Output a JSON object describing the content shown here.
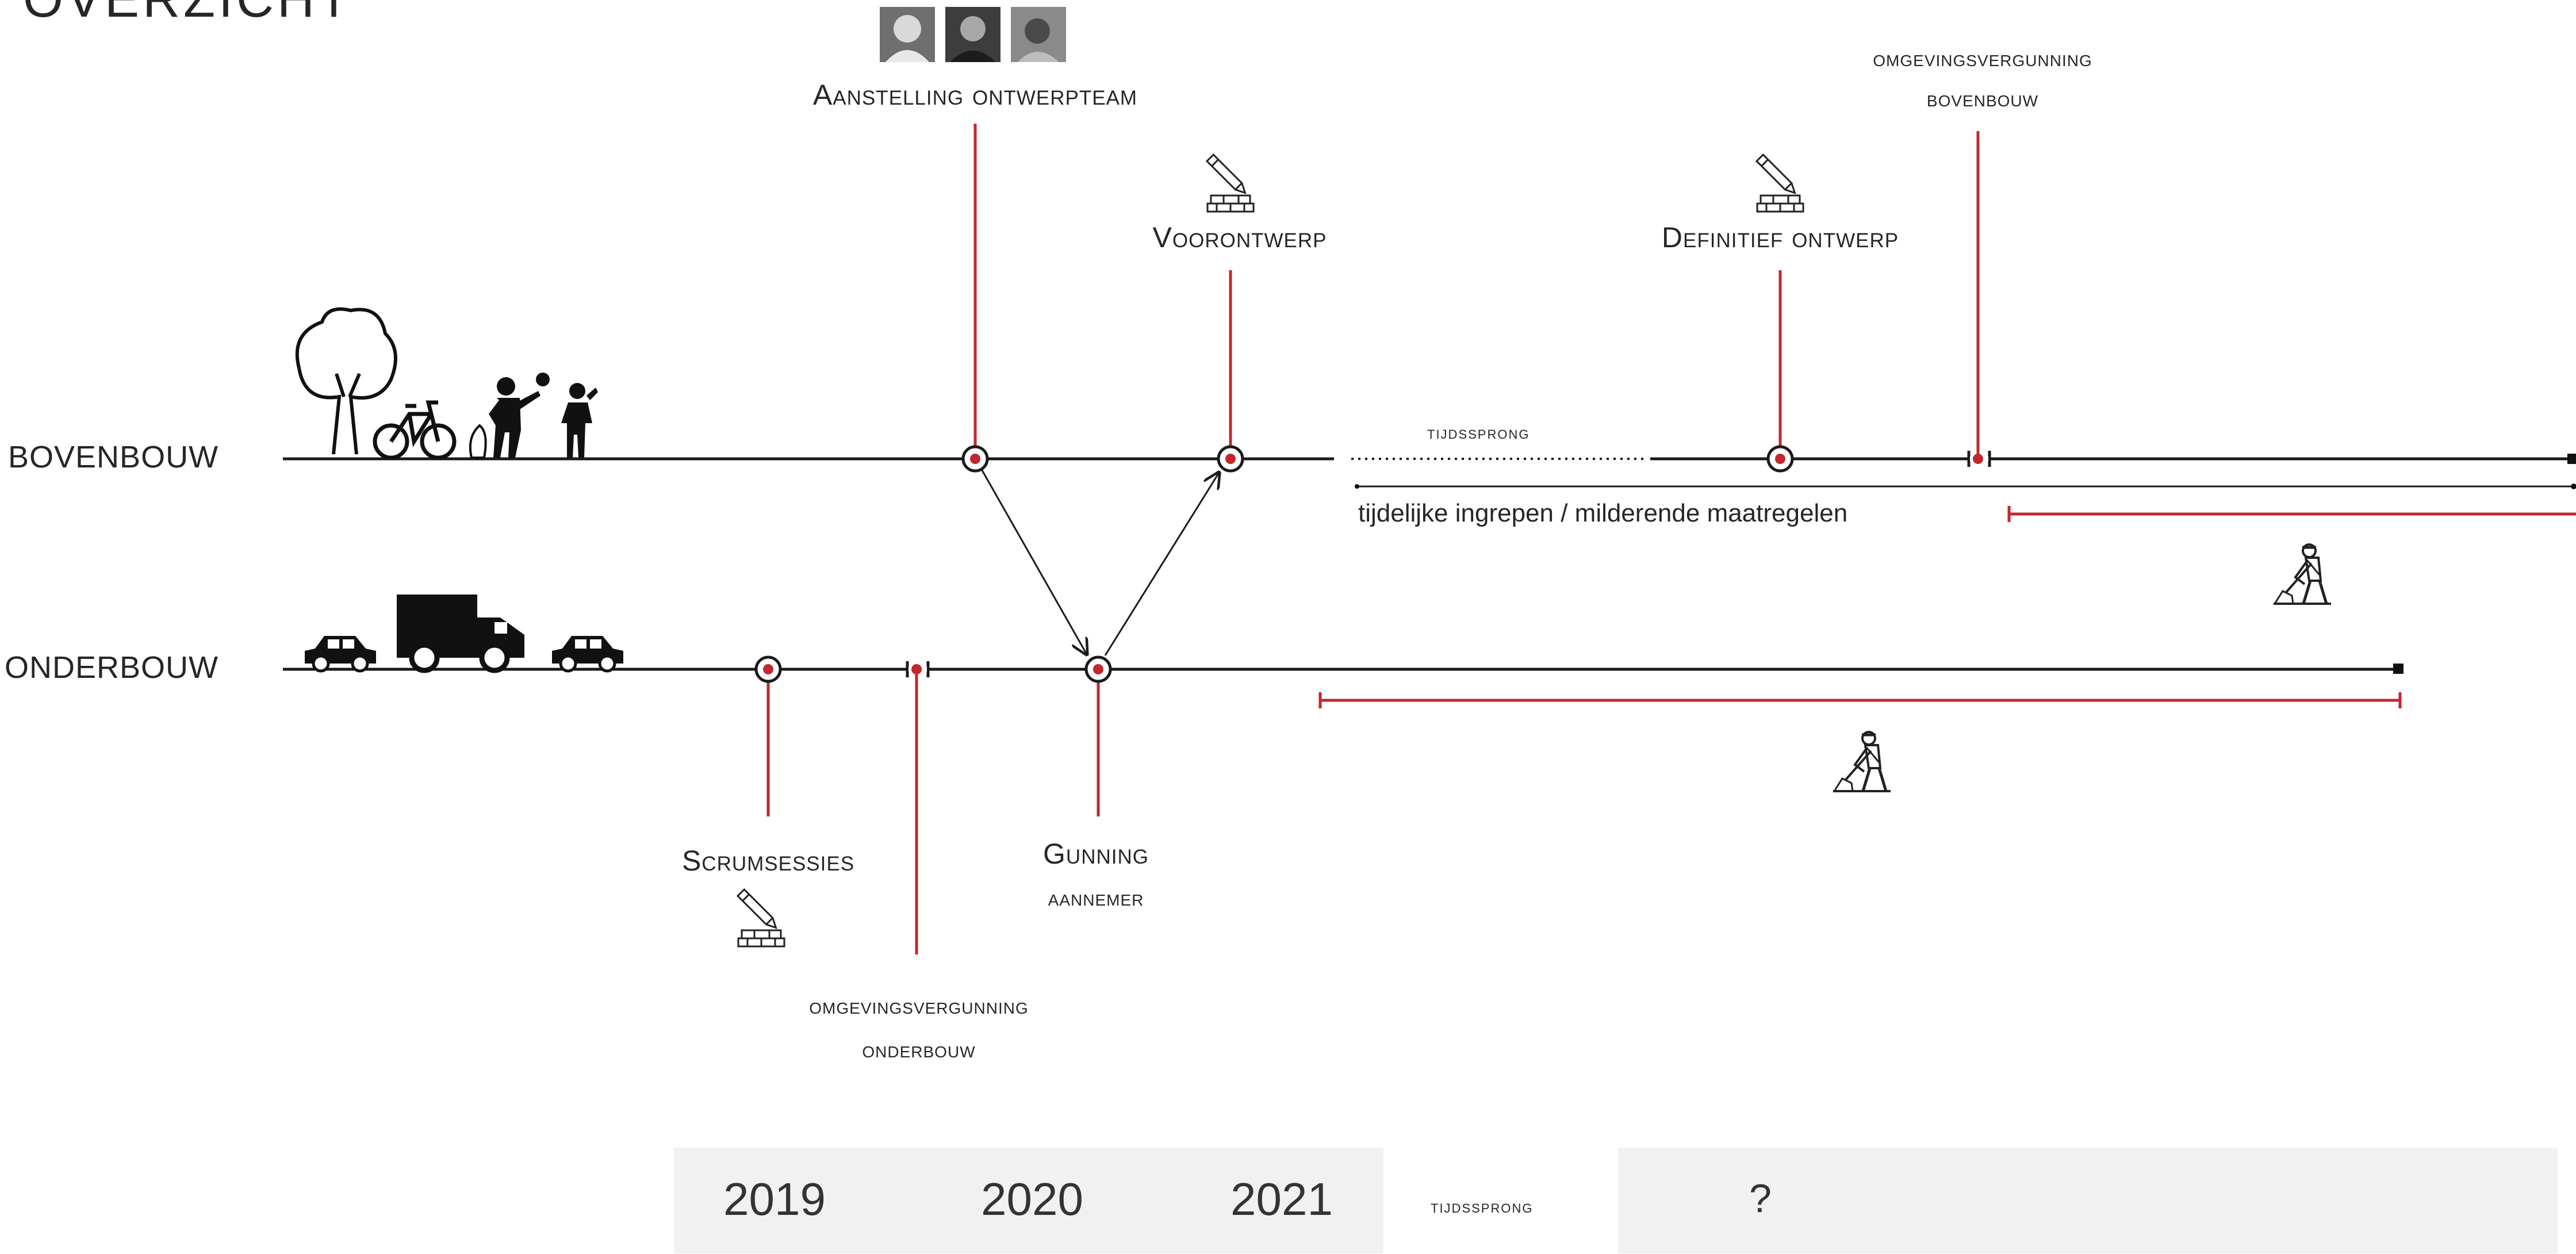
{
  "title": "OVERZICHT",
  "rows": {
    "top": "BOVENBOUW",
    "bottom": "ONDERBOUW"
  },
  "milestones": {
    "aanstelling": "Aanstelling ontwerpteam",
    "voorontwerp": "Voorontwerp",
    "definitief": "Definitief ontwerp",
    "omgev_boven_line1": "omgevingsvergunning",
    "omgev_boven_line2": "bovenbouw",
    "scrum": "Scrumsessies",
    "gunning_line1": "Gunning",
    "gunning_line2": "aannemer",
    "omgev_onder_line1": "omgevingsvergunning",
    "omgev_onder_line2": "onderbouw"
  },
  "tijdssprong_top": "tijdssprong",
  "mitigation_note": "tijdelijke ingrepen / milderende maatregelen",
  "timeline": {
    "years": [
      "2019",
      "2020",
      "2021"
    ],
    "jump": "tijdssprong",
    "unknown": "?"
  },
  "colors": {
    "accent_red": "#c1272d",
    "line_black": "#1a1a1a",
    "year_bg": "#f1f1f1"
  },
  "icons": {
    "team_photos": "portrait-photos",
    "design_pencil": "pencil-bricks-icon",
    "worker": "construction-worker-icon",
    "tree": "tree-icon",
    "bicycle": "bicycle-icon",
    "people": "people-playing-icon",
    "car": "car-icon",
    "truck": "truck-icon"
  }
}
